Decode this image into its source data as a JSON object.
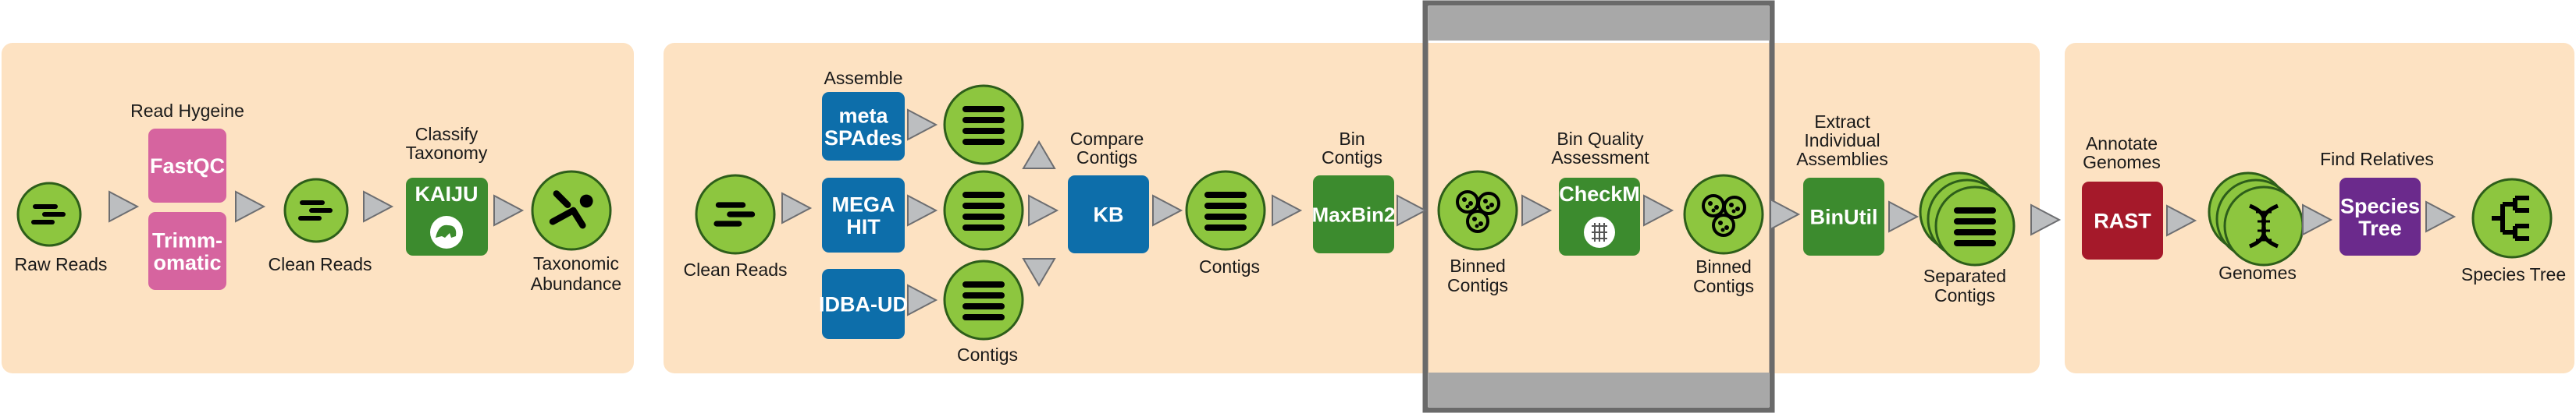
{
  "colors": {
    "panel": "#fde2c2",
    "node_fill": "#8dc63f",
    "node_stroke": "#2d5e1a",
    "arrow_fill": "#bcbec0",
    "arrow_stroke": "#6d6e71",
    "tool_pink": "#d6649f",
    "tool_green": "#3c8b2e",
    "tool_blue": "#0d6eaa",
    "tool_red": "#a5192a",
    "tool_purple": "#6b2a8c",
    "highlight_frame": "#6a6a6a",
    "highlight_band": "#a8a8a8"
  },
  "panel1": {
    "step_read_hygiene": "Read Hygeine",
    "tool_fastqc": "FastQC",
    "tool_trimmomatic_1": "Trimm-",
    "tool_trimmomatic_2": "omatic",
    "step_classify_1": "Classify",
    "step_classify_2": "Taxonomy",
    "tool_kaiju": "KAIJU",
    "node_raw_reads": "Raw Reads",
    "node_clean_reads": "Clean Reads",
    "node_tax_1": "Taxonomic",
    "node_tax_2": "Abundance"
  },
  "panel2": {
    "node_clean_reads": "Clean Reads",
    "step_assemble": "Assemble",
    "tool_metaspades_1": "meta",
    "tool_metaspades_2": "SPAdes",
    "tool_megahit_1": "MEGA",
    "tool_megahit_2": "HIT",
    "tool_idba": "IDBA-UD",
    "node_contigs_asm": "Contigs",
    "step_compare_1": "Compare",
    "step_compare_2": "Contigs",
    "tool_kb": "KB",
    "node_contigs": "Contigs",
    "step_bin_1": "Bin",
    "step_bin_2": "Contigs",
    "tool_maxbin": "MaxBin2",
    "node_binned_1a": "Binned",
    "node_binned_1b": "Contigs",
    "step_quality_1": "Bin Quality",
    "step_quality_2": "Assessment",
    "tool_checkm": "CheckM",
    "node_binned_2a": "Binned",
    "node_binned_2b": "Contigs",
    "step_extract_1": "Extract",
    "step_extract_2": "Individual",
    "step_extract_3": "Assemblies",
    "tool_binutil": "BinUtil",
    "node_separated_1": "Separated",
    "node_separated_2": "Contigs"
  },
  "panel3": {
    "step_annotate_1": "Annotate",
    "step_annotate_2": "Genomes",
    "tool_rast": "RAST",
    "node_genomes": "Genomes",
    "step_relatives": "Find Relatives",
    "tool_species_1": "Species",
    "tool_species_2": "Tree",
    "node_species_tree": "Species Tree"
  }
}
